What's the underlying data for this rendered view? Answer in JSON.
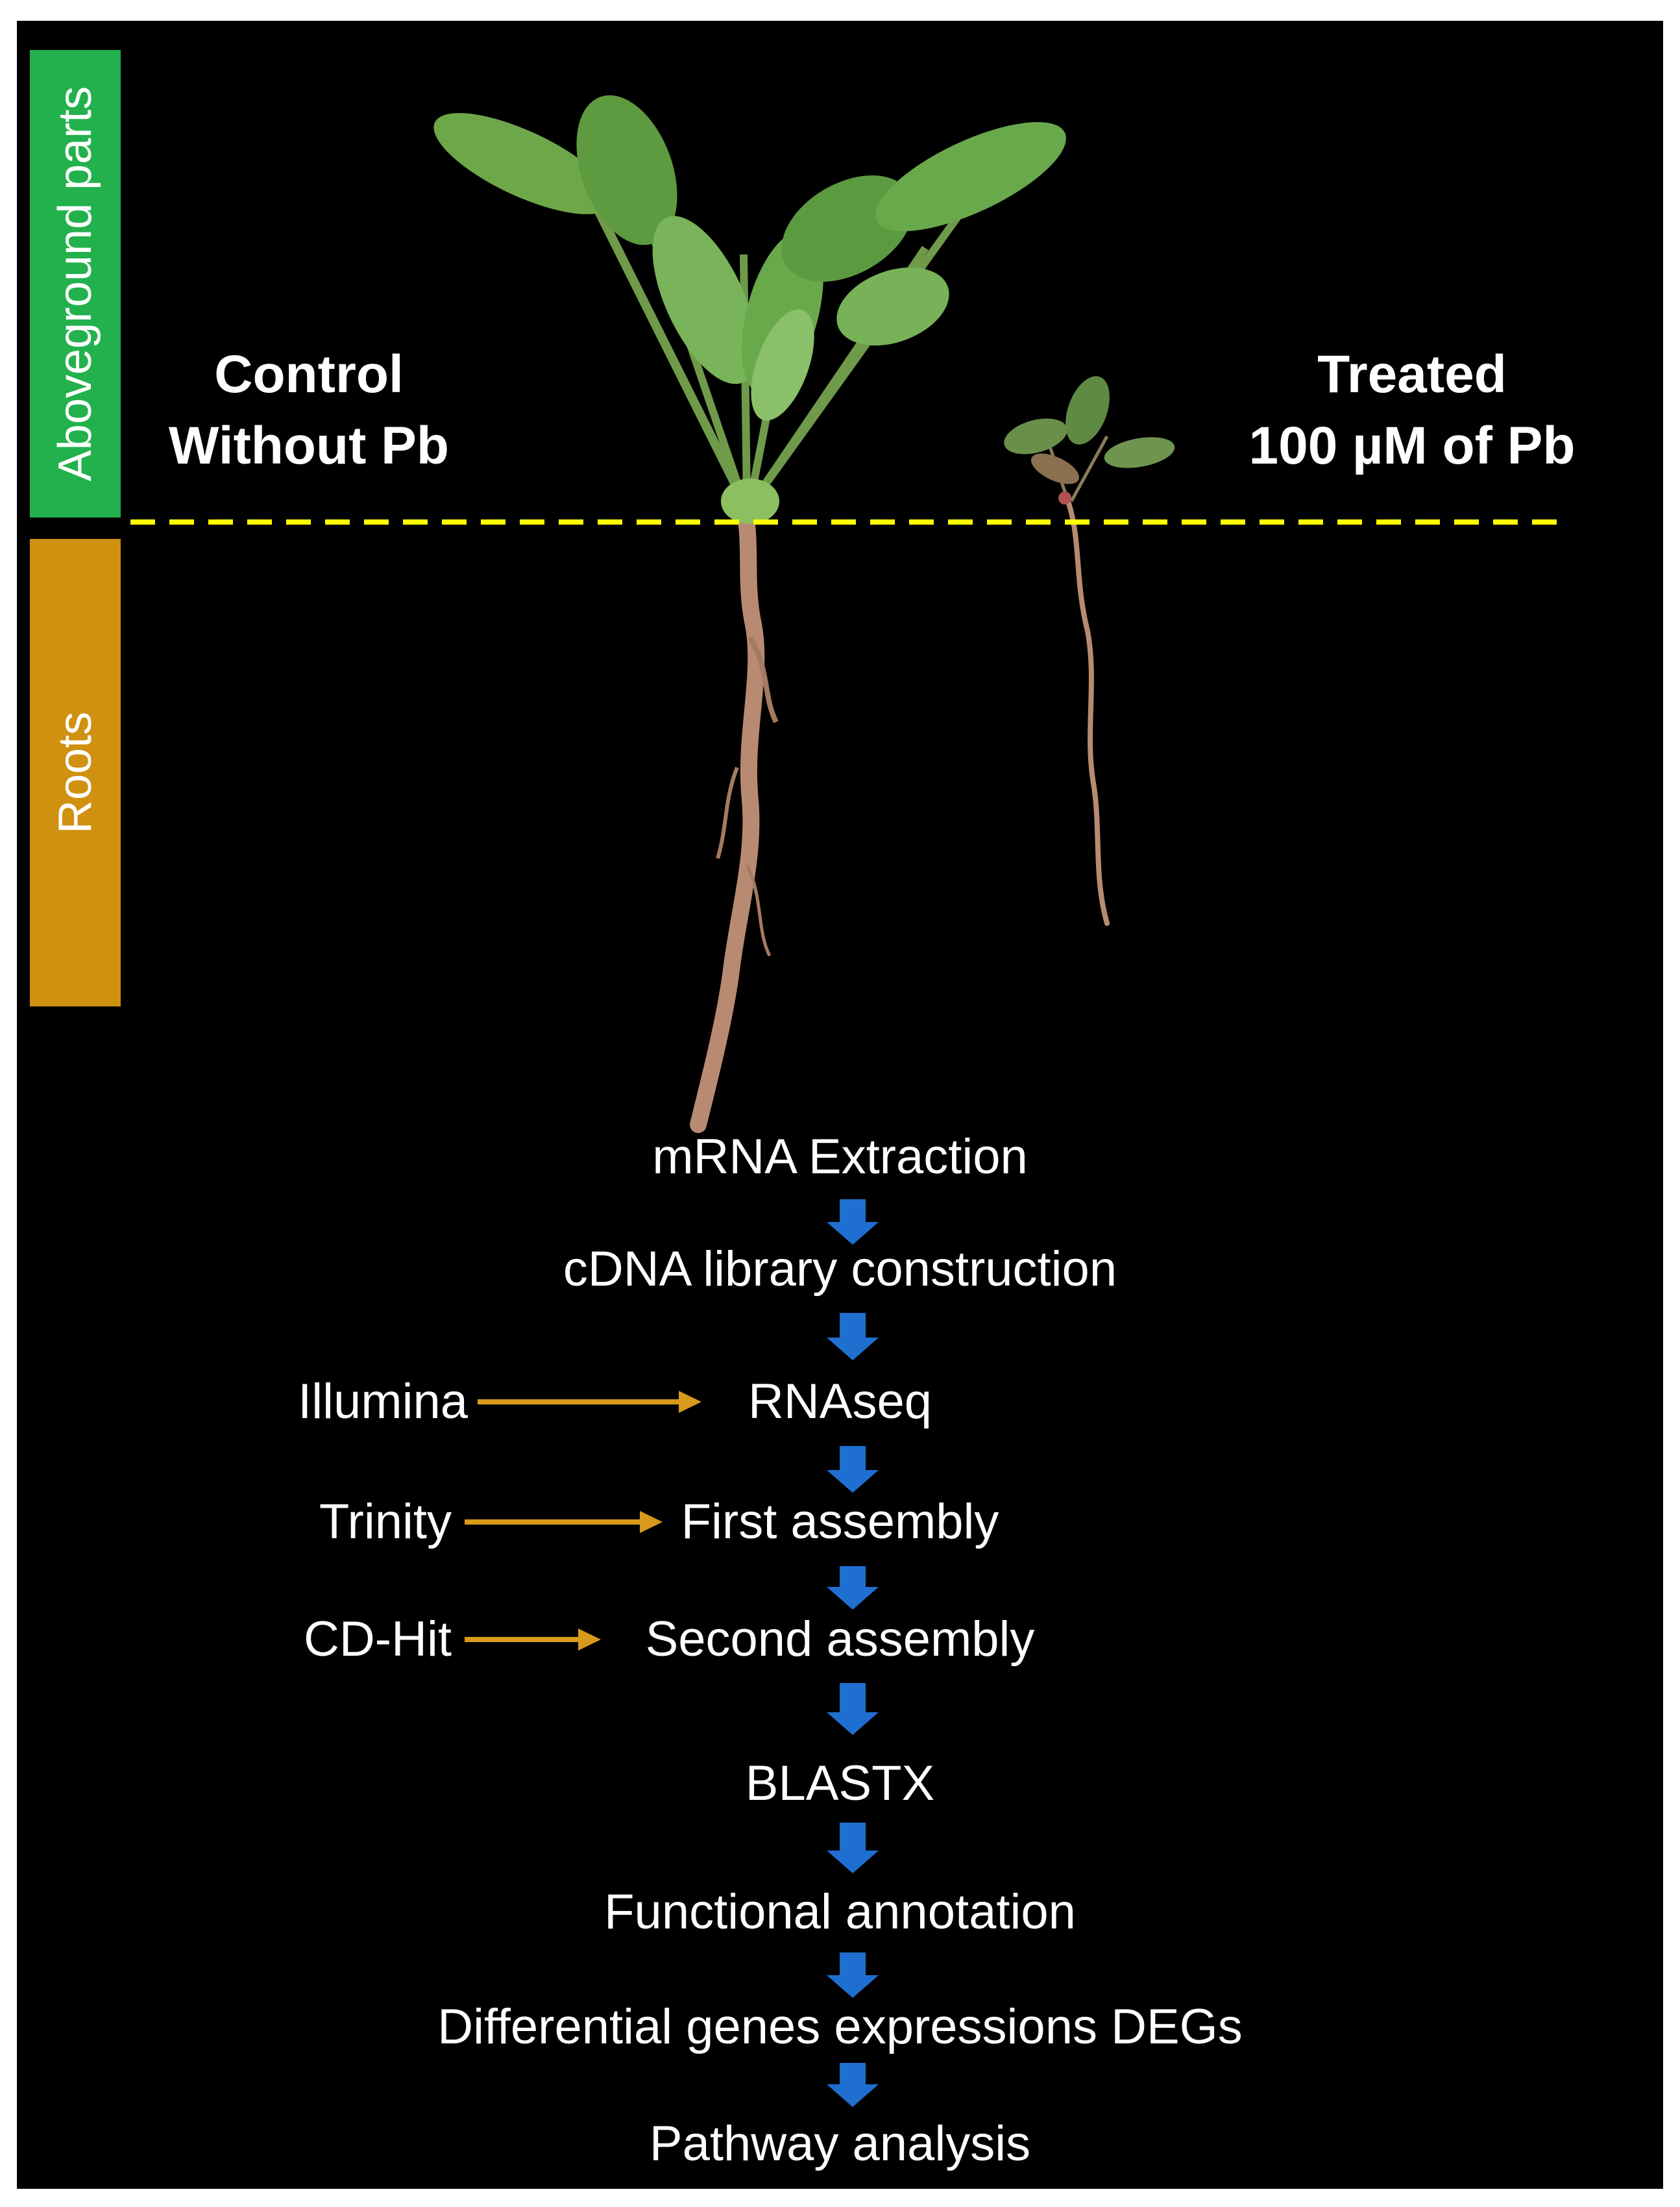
{
  "side_labels": {
    "aboveground": "Aboveground parts",
    "roots": "Roots"
  },
  "conditions": {
    "control": {
      "line1": "Control",
      "line2": "Without Pb"
    },
    "treated": {
      "line1": "Treated",
      "line2": "100 µM of Pb"
    }
  },
  "workflow_steps": [
    "mRNA Extraction",
    "cDNA library construction",
    "RNAseq",
    "First assembly",
    "Second assembly",
    "BLASTX",
    "Functional annotation",
    "Differential genes expressions DEGs",
    "Pathway analysis"
  ],
  "tools": {
    "illumina": "Illumina",
    "trinity": "Trinity",
    "cdhit": "CD-Hit"
  },
  "colors": {
    "background": "#000000",
    "aboveground_label": "#22b14c",
    "roots_label": "#d09010",
    "ground_line": "#ffff00",
    "step_arrow": "#1f6fd0",
    "tool_arrow": "#d79a1a",
    "text": "#ffffff"
  }
}
